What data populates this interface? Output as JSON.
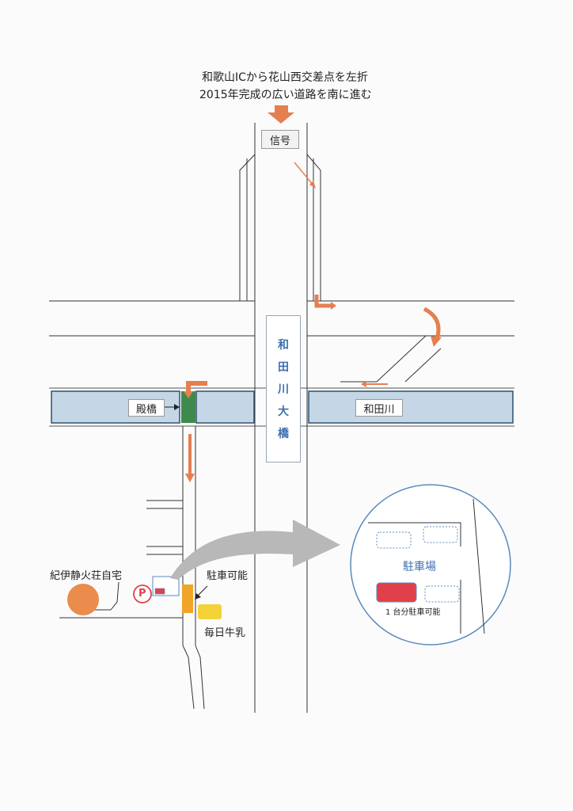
{
  "title": {
    "line1": "和歌山ICから花山西交差点を左折",
    "line2": "2015年完成の広い道路を南に進む"
  },
  "labels": {
    "signal": "信号",
    "bridge_main": [
      "和",
      "田",
      "川",
      "大",
      "橋"
    ],
    "tonobashi": "殿橋",
    "river": "和田川",
    "house": "紀伊静火荘自宅",
    "parking_possible": "駐車可能",
    "milk_shop": "毎日牛乳",
    "parking_mark": "P"
  },
  "inset": {
    "title": "駐車場",
    "note": "1 台分駐車可能"
  },
  "colors": {
    "route_arrow": "#e57f4f",
    "river": "#c5d6e6",
    "river_border": "#2f4f6f",
    "bridge_green": "#3e8a4c",
    "house": "#e98c4c",
    "parking_orange": "#f0a428",
    "milk_yellow": "#f4d23a",
    "parked_car": "#e0404a",
    "inset_border": "#5b8ac0",
    "pointer_arrow": "#b8b8b8",
    "text_blue": "#3d6fb0"
  }
}
